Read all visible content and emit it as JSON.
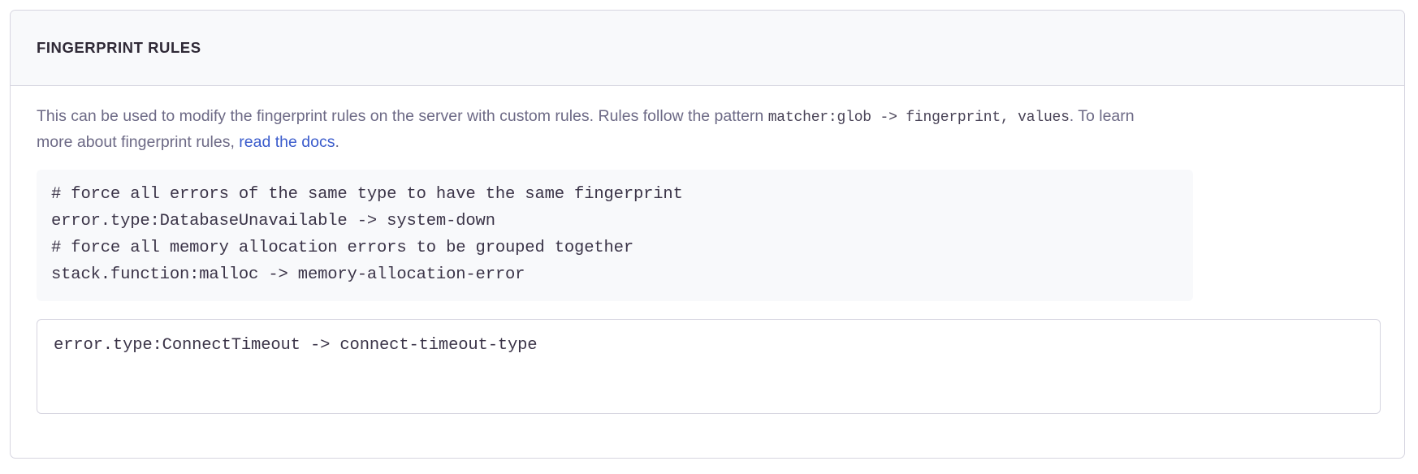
{
  "panel": {
    "title": "FINGERPRINT RULES",
    "description": {
      "text_before_code": "This can be used to modify the fingerprint rules on the server with custom rules. Rules follow the pattern ",
      "inline_code": "matcher:glob -> fingerprint, values",
      "text_after_code": ". To learn more about fingerprint rules, ",
      "link_label": "read the docs",
      "text_end": "."
    },
    "example_code": {
      "lines": [
        "# force all errors of the same type to have the same fingerprint",
        "error.type:DatabaseUnavailable -> system-down",
        "# force all memory allocation errors to be grouped together",
        "stack.function:malloc -> memory-allocation-error"
      ]
    },
    "rules_input": {
      "value": "error.type:ConnectTimeout -> connect-timeout-type",
      "placeholder": ""
    }
  },
  "colors": {
    "panel_border": "#d6d5e0",
    "header_bg": "#f8f9fb",
    "title_text": "#2f2936",
    "body_text": "#6d6a86",
    "code_bg": "#f8f9fb",
    "code_text": "#3b3448",
    "link": "#3b5ccc"
  }
}
